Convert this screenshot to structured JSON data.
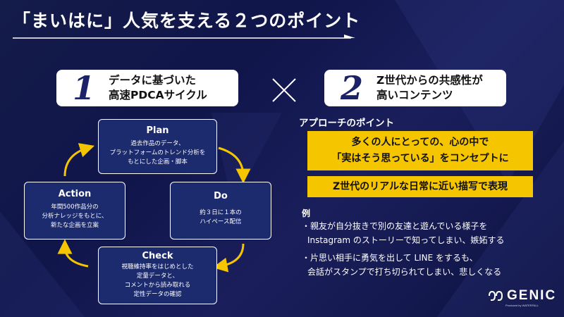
{
  "title": "「まいはに」人気を支える２つのポイント",
  "points": [
    {
      "number": "1",
      "line1": "データに基づいた",
      "line2": "高速PDCAサイクル"
    },
    {
      "number": "2",
      "line1": "Z世代からの共感性が",
      "line2": "高いコンテンツ"
    }
  ],
  "cycle": {
    "plan": {
      "title": "Plan",
      "desc": [
        "過去作品のデータ、",
        "プラットフォームのトレンド分析を",
        "もとにした企画・脚本"
      ]
    },
    "do": {
      "title": "Do",
      "desc": [
        "約３日に１本の",
        "ハイペース配信"
      ]
    },
    "check": {
      "title": "Check",
      "desc": [
        "視聴維持率をはじめとした",
        "定量データと、",
        "コメントから読み取れる",
        "定性データの確認"
      ]
    },
    "action": {
      "title": "Action",
      "desc": [
        "年間500作品分の",
        "分析ナレッジをもとに、",
        "新たな企画を立案"
      ]
    }
  },
  "approach": {
    "title": "アプローチのポイント",
    "box1_line1": "多くの人にとっての、心の中で",
    "box1_line2": "「実はそう思っている」をコンセプトに",
    "box2": "Z世代のリアルな日常に近い描写で表現"
  },
  "examples": {
    "label": "例",
    "items": [
      {
        "line1": "・親友が自分抜きで別の友達と遊んでいる様子を",
        "line2": "Instagram のストーリーで知ってしまい、嫉妬する"
      },
      {
        "line1": "・片思い相手に勇気を出して LINE をするも、",
        "line2": "会話がスタンプで打ち切られてしまい、悲しくなる"
      }
    ]
  },
  "logo": {
    "text": "GENIC",
    "sub": "Produced by WATERFALL"
  },
  "colors": {
    "accent": "#f5c500",
    "navy": "#1b2366",
    "box": "#1c2a6e"
  }
}
